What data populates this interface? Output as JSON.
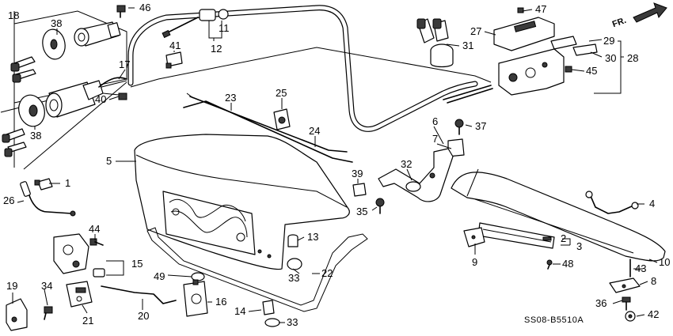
{
  "diagram": {
    "code": "SS08-B5510A",
    "direction_label": "FR.",
    "callouts": {
      "c1": "1",
      "c2": "2",
      "c3": "3",
      "c4": "4",
      "c5": "5",
      "c6": "6",
      "c7": "7",
      "c8": "8",
      "c9": "9",
      "c10": "10",
      "c11": "11",
      "c12": "12",
      "c13": "13",
      "c14": "14",
      "c15": "15",
      "c16": "16",
      "c17": "17",
      "c18": "18",
      "c19": "19",
      "c20": "20",
      "c21": "21",
      "c22": "22",
      "c23": "23",
      "c24": "24",
      "c25": "25",
      "c26": "26",
      "c27": "27",
      "c28": "28",
      "c29": "29",
      "c30": "30",
      "c31": "31",
      "c32": "32",
      "c33a": "33",
      "c33b": "33",
      "c34": "34",
      "c35": "35",
      "c36": "36",
      "c37": "37",
      "c38a": "38",
      "c38b": "38",
      "c39": "39",
      "c40": "40",
      "c41": "41",
      "c42": "42",
      "c43": "43",
      "c44": "44",
      "c45": "45",
      "c46": "46",
      "c47": "47",
      "c48": "48",
      "c49": "49"
    }
  }
}
